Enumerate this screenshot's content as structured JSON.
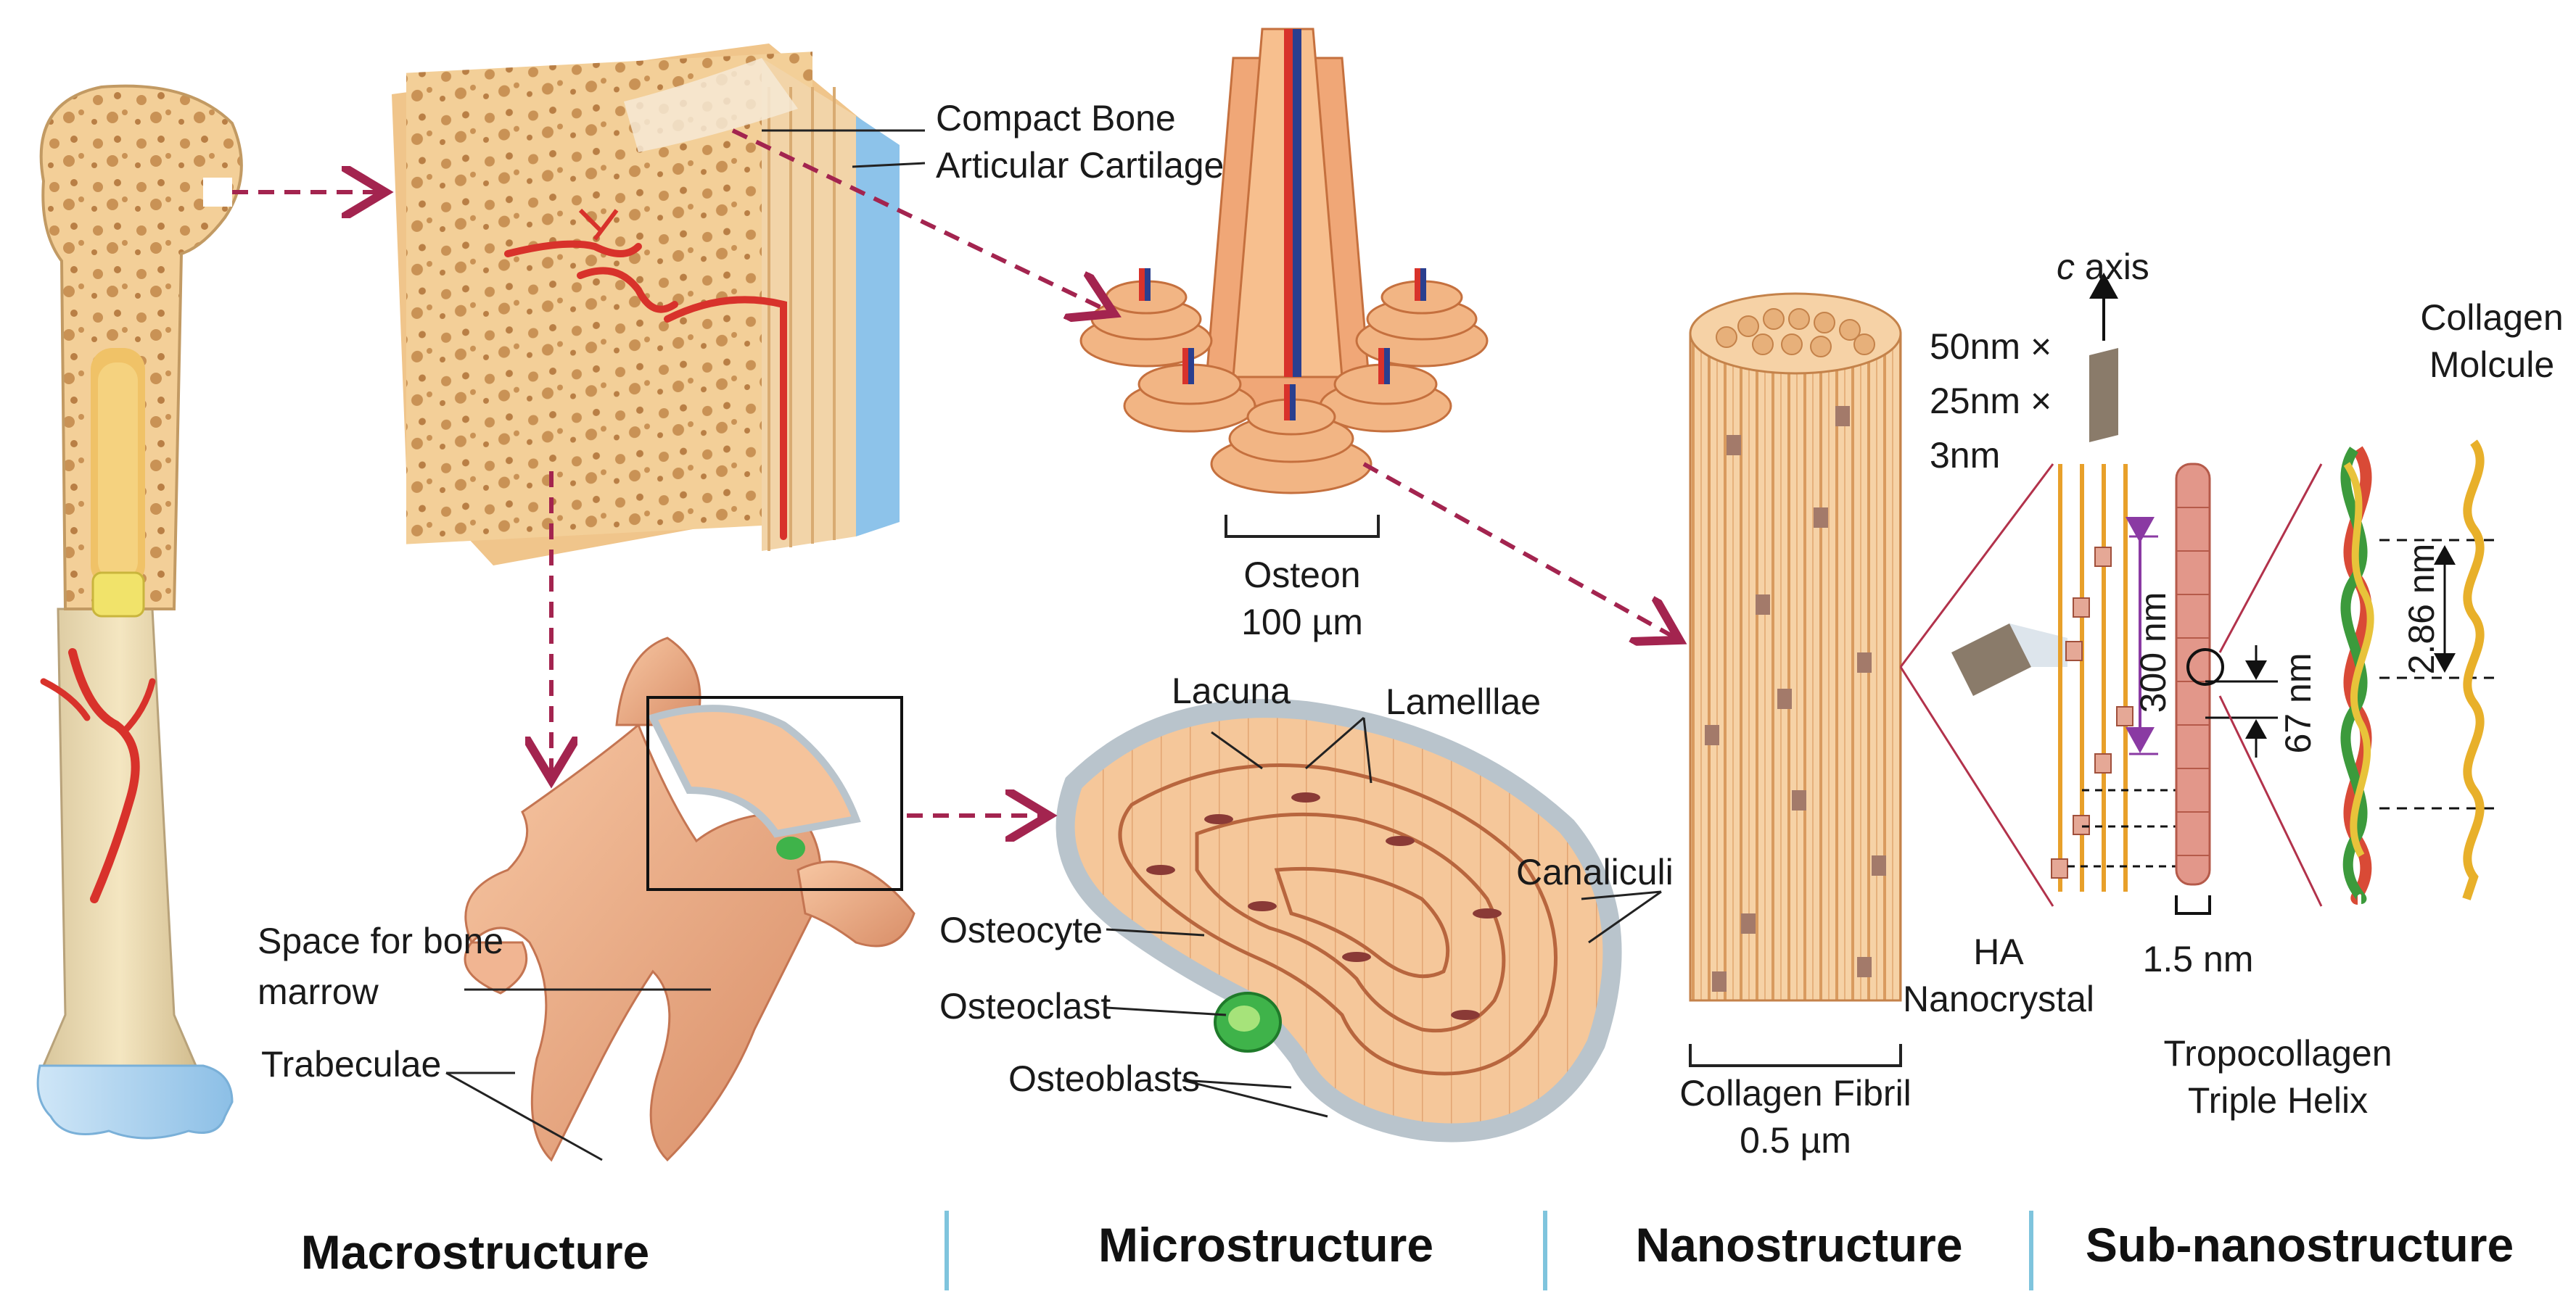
{
  "sections": {
    "macro": "Macrostructure",
    "micro": "Microstructure",
    "nano": "Nanostructure",
    "subnano": "Sub-nanostructure"
  },
  "labels": {
    "compact_bone": "Compact Bone",
    "articular_cartilage": "Articular Cartilage",
    "osteon": "Osteon",
    "osteon_scale": "100 µm",
    "space_for_marrow_1": "Space for bone",
    "space_for_marrow_2": "marrow",
    "trabeculae": "Trabeculae",
    "lacuna": "Lacuna",
    "lamellae": "Lamelllae",
    "canaliculi": "Canaliculi",
    "osteocyte": "Osteocyte",
    "osteoclast": "Osteoclast",
    "osteoblasts": "Osteoblasts",
    "collagen_fibril": "Collagen Fibril",
    "fibril_scale": "0.5 µm",
    "c_axis_c": "c",
    "c_axis_word": " axis",
    "dim_50": "50nm ×",
    "dim_25": "25nm ×",
    "dim_3": "3nm",
    "ha_1": "HA",
    "ha_2": "Nanocrystal",
    "nm_300": "300 nm",
    "nm_67": "67 nm",
    "nm_286": "2.86 nm",
    "nm_15": "1.5 nm",
    "tropo_1": "Tropocollagen",
    "tropo_2": "Triple Helix",
    "collagen_mol_1": "Collagen",
    "collagen_mol_2": "Molcule"
  },
  "colors": {
    "bone_tan": "#f2c88a",
    "bone_dark": "#d9a25c",
    "vessel_red": "#d8322b",
    "vessel_blue": "#2a3f8f",
    "arrow_maroon": "#a3244f",
    "cartilage_blue": "#9ec7ea",
    "divider_blue": "#7fc4dd",
    "osteoclast_green": "#3fb34a",
    "lining_gray": "#b9c4cc",
    "crystal_brown": "#8a7b6a",
    "helix_red": "#d94a36",
    "helix_green": "#3c9a3c",
    "helix_yellow": "#e8c33a",
    "dim_purple": "#8a3aa3"
  }
}
